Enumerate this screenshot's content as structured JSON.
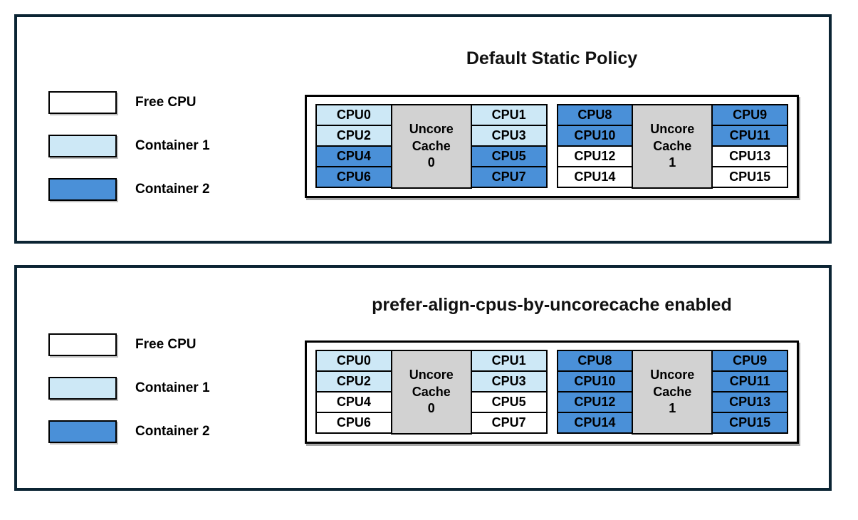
{
  "colors": {
    "free": "#ffffff",
    "container1": "#cde8f6",
    "container2": "#4a90d8",
    "cache_fill": "#d2d2d2",
    "panel_border": "#0b2433"
  },
  "legend": {
    "items": [
      {
        "label": "Free CPU",
        "type": "free"
      },
      {
        "label": "Container 1",
        "type": "container1"
      },
      {
        "label": "Container 2",
        "type": "container2"
      }
    ]
  },
  "panels": [
    {
      "title": "Default Static Policy",
      "groups": [
        {
          "cache": {
            "lines": [
              "Uncore",
              "Cache",
              "0"
            ]
          },
          "left": [
            {
              "label": "CPU0",
              "type": "container1"
            },
            {
              "label": "CPU2",
              "type": "container1"
            },
            {
              "label": "CPU4",
              "type": "container2"
            },
            {
              "label": "CPU6",
              "type": "container2"
            }
          ],
          "right": [
            {
              "label": "CPU1",
              "type": "container1"
            },
            {
              "label": "CPU3",
              "type": "container1"
            },
            {
              "label": "CPU5",
              "type": "container2"
            },
            {
              "label": "CPU7",
              "type": "container2"
            }
          ]
        },
        {
          "cache": {
            "lines": [
              "Uncore",
              "Cache",
              "1"
            ]
          },
          "left": [
            {
              "label": "CPU8",
              "type": "container2"
            },
            {
              "label": "CPU10",
              "type": "container2"
            },
            {
              "label": "CPU12",
              "type": "free"
            },
            {
              "label": "CPU14",
              "type": "free"
            }
          ],
          "right": [
            {
              "label": "CPU9",
              "type": "container2"
            },
            {
              "label": "CPU11",
              "type": "container2"
            },
            {
              "label": "CPU13",
              "type": "free"
            },
            {
              "label": "CPU15",
              "type": "free"
            }
          ]
        }
      ]
    },
    {
      "title": "prefer-align-cpus-by-uncorecache enabled",
      "groups": [
        {
          "cache": {
            "lines": [
              "Uncore",
              "Cache",
              "0"
            ]
          },
          "left": [
            {
              "label": "CPU0",
              "type": "container1"
            },
            {
              "label": "CPU2",
              "type": "container1"
            },
            {
              "label": "CPU4",
              "type": "free"
            },
            {
              "label": "CPU6",
              "type": "free"
            }
          ],
          "right": [
            {
              "label": "CPU1",
              "type": "container1"
            },
            {
              "label": "CPU3",
              "type": "container1"
            },
            {
              "label": "CPU5",
              "type": "free"
            },
            {
              "label": "CPU7",
              "type": "free"
            }
          ]
        },
        {
          "cache": {
            "lines": [
              "Uncore",
              "Cache",
              "1"
            ]
          },
          "left": [
            {
              "label": "CPU8",
              "type": "container2"
            },
            {
              "label": "CPU10",
              "type": "container2"
            },
            {
              "label": "CPU12",
              "type": "container2"
            },
            {
              "label": "CPU14",
              "type": "container2"
            }
          ],
          "right": [
            {
              "label": "CPU9",
              "type": "container2"
            },
            {
              "label": "CPU11",
              "type": "container2"
            },
            {
              "label": "CPU13",
              "type": "container2"
            },
            {
              "label": "CPU15",
              "type": "container2"
            }
          ]
        }
      ]
    }
  ]
}
